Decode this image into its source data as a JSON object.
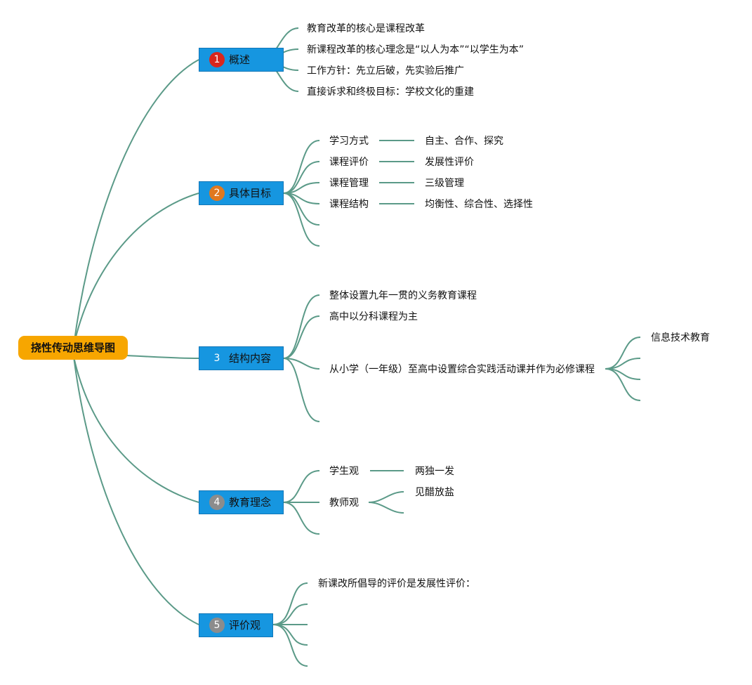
{
  "root": {
    "label": "挠性传动思维导图",
    "color": "#f7a600"
  },
  "branches": [
    {
      "id": "overview",
      "label": "概述",
      "badge": "1",
      "badge_color": "#d9261c",
      "items": [
        "教育改革的核心是课程改革",
        "新课程改革的核心理念是“以人为本”“以学生为本”",
        "工作方针：先立后破，先实验后推广",
        "直接诉求和终极目标：学校文化的重建"
      ]
    },
    {
      "id": "goals",
      "label": "具体目标",
      "badge": "2",
      "badge_color": "#e0781e",
      "items": [
        {
          "label": "学习方式",
          "value": "自主、合作、探究"
        },
        {
          "label": "课程评价",
          "value": "发展性评价"
        },
        {
          "label": "课程管理",
          "value": "三级管理"
        },
        {
          "label": "课程结构",
          "value": "均衡性、综合性、选择性"
        }
      ]
    },
    {
      "id": "structure",
      "label": "结构内容",
      "badge": "3",
      "badge_color": "#1696e0",
      "items": [
        "整体设置九年一贯的义务教育课程",
        "高中以分科课程为主",
        "从小学（一年级）至高中设置综合实践活动课并作为必修课程"
      ],
      "sub_items": [
        "信息技术教育"
      ]
    },
    {
      "id": "philosophy",
      "label": "教育理念",
      "badge": "4",
      "badge_color": "#8c8c8c",
      "items": [
        {
          "label": "学生观",
          "value": "两独一发"
        },
        {
          "label": "教师观",
          "value": "见醋放盐"
        }
      ]
    },
    {
      "id": "evaluation",
      "label": "评价观",
      "badge": "5",
      "badge_color": "#8c8c8c",
      "items": [
        "新课改所倡导的评价是发展性评价："
      ]
    }
  ],
  "link_color": "#5b9a88",
  "branch_color": "#1696e0"
}
